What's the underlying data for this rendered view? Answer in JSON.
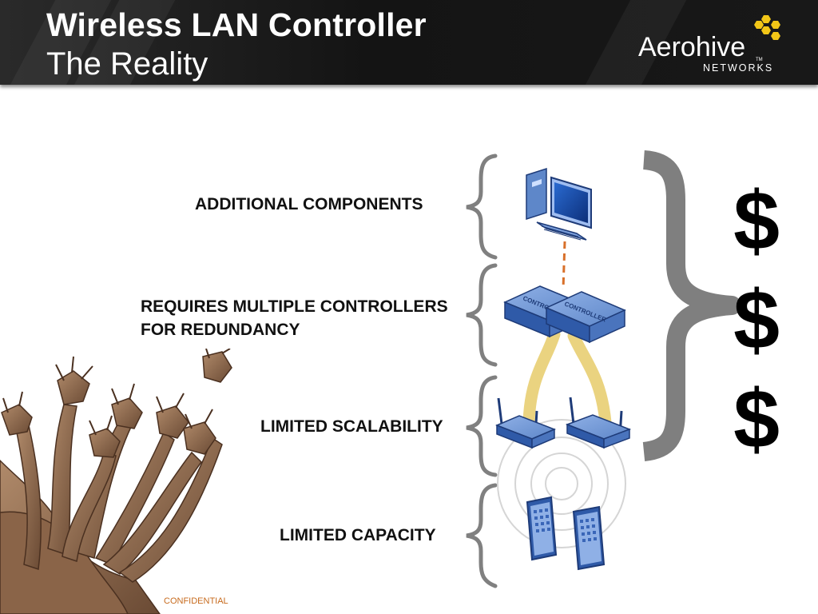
{
  "header": {
    "title": "Wireless LAN Controller",
    "subtitle": "The Reality"
  },
  "logo": {
    "wordmark": "Aerohive",
    "trademark": "TM",
    "tagline": "NETWORKS",
    "accent_color": "#f2c617"
  },
  "rows": [
    {
      "label_lines": [
        "ADDITIONAL COMPONENTS"
      ],
      "icon": "computer-icon"
    },
    {
      "label_lines": [
        "REQUIRES MULTIPLE CONTROLLERS",
        "FOR REDUNDANCY"
      ],
      "icon": "controller-icon"
    },
    {
      "label_lines": [
        "LIMITED SCALABILITY"
      ],
      "icon": "access-point-icon"
    },
    {
      "label_lines": [
        "LIMITED CAPACITY"
      ],
      "icon": "tablet-icon"
    }
  ],
  "controller_text": "CONTROLLER",
  "cost_symbols": [
    "$",
    "$",
    "$"
  ],
  "footer": {
    "confidential": "CONFIDENTIAL"
  },
  "colors": {
    "header_bg": "#161616",
    "brace_gray": "#808080",
    "device_blue": "#5e87c9",
    "cable_yellow": "#e8cf73",
    "link_orange": "#d8702a",
    "footer_orange": "#c76b1e"
  }
}
